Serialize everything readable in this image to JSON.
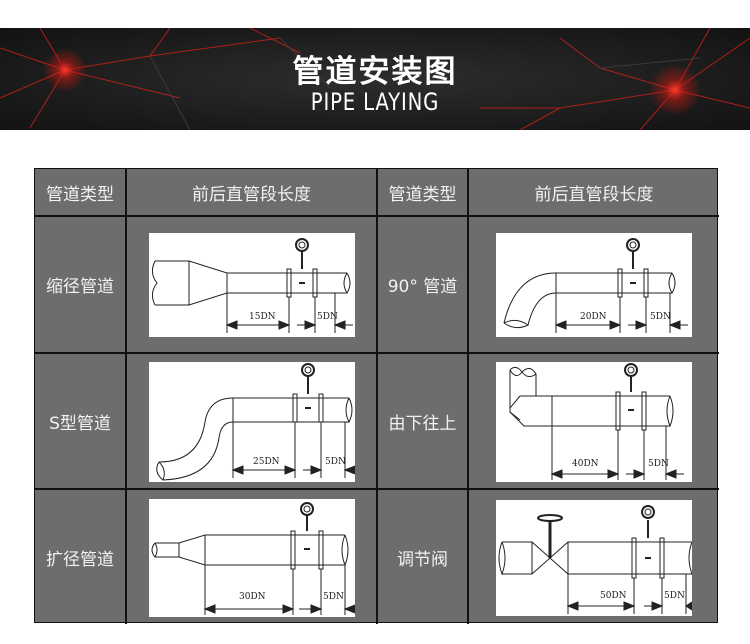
{
  "banner": {
    "title_cn": "管道安装图",
    "title_en": "PIPE LAYING",
    "accent_color": "#e0201c"
  },
  "table": {
    "headers": {
      "type_left": "管道类型",
      "length_left": "前后直管段长度",
      "type_right": "管道类型",
      "length_right": "前后直管段长度"
    },
    "rows": [
      {
        "left": {
          "type": "缩径管道",
          "diagram": "reducer-pipe",
          "upstream": "15DN",
          "downstream": "5DN"
        },
        "right": {
          "type": "90° 管道",
          "diagram": "elbow-90-pipe",
          "upstream": "20DN",
          "downstream": "5DN"
        }
      },
      {
        "left": {
          "type": "S型管道",
          "diagram": "s-bend-pipe",
          "upstream": "25DN",
          "downstream": "5DN"
        },
        "right": {
          "type": "由下往上",
          "diagram": "bottom-up-pipe",
          "upstream": "40DN",
          "downstream": "5DN"
        }
      },
      {
        "left": {
          "type": "扩径管道",
          "diagram": "expander-pipe",
          "upstream": "30DN",
          "downstream": "5DN"
        },
        "right": {
          "type": "调节阀",
          "diagram": "control-valve-pipe",
          "upstream": "50DN",
          "downstream": "5DN"
        }
      }
    ]
  }
}
